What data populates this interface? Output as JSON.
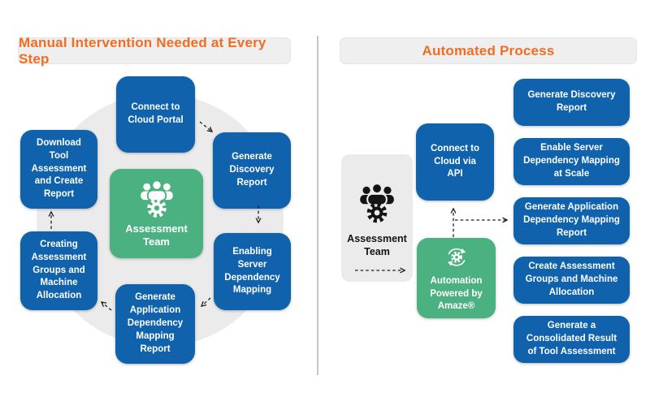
{
  "colors": {
    "accent_orange": "#F26D21",
    "primary_blue": "#0F62AB",
    "green": "#4CB180",
    "panel_gray": "#EBEBEB",
    "arrow_black": "#1F1F1F"
  },
  "left": {
    "title": "Manual Intervention Needed at Every Step",
    "center": {
      "label": "Assessment Team",
      "icon": "team-gear-icon"
    },
    "steps": [
      "Connect to Cloud Portal",
      "Generate Discovery Report",
      "Enabling Server Dependency Mapping",
      "Generate Application Dependency Mapping Report",
      "Creating Assessment Groups and Machine Allocation",
      "Download Tool Assessment and Create Report"
    ]
  },
  "right": {
    "title": "Automated Process",
    "team": {
      "label": "Assessment Team",
      "icon": "team-gear-icon"
    },
    "connect_box": "Connect to Cloud via API",
    "automation_box": {
      "label": "Automation Powered by Amaze®",
      "icon": "automation-sync-gear-icon"
    },
    "steps": [
      "Generate Discovery Report",
      "Enable Server Dependency Mapping at Scale",
      "Generate Application Dependency Mapping Report",
      "Create Assessment Groups and Machine Allocation",
      "Generate a Consolidated Result of Tool Assessment"
    ]
  }
}
